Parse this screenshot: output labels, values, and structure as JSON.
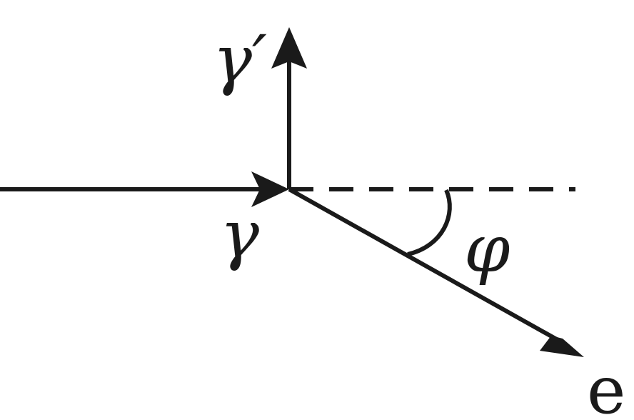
{
  "diagram": {
    "labels": {
      "scattered_photon": "γ′",
      "incident_photon": "γ",
      "angle": "φ",
      "electron": "e"
    },
    "colors": {
      "ink": "#1a1a1a",
      "background": "#ffffff"
    }
  }
}
